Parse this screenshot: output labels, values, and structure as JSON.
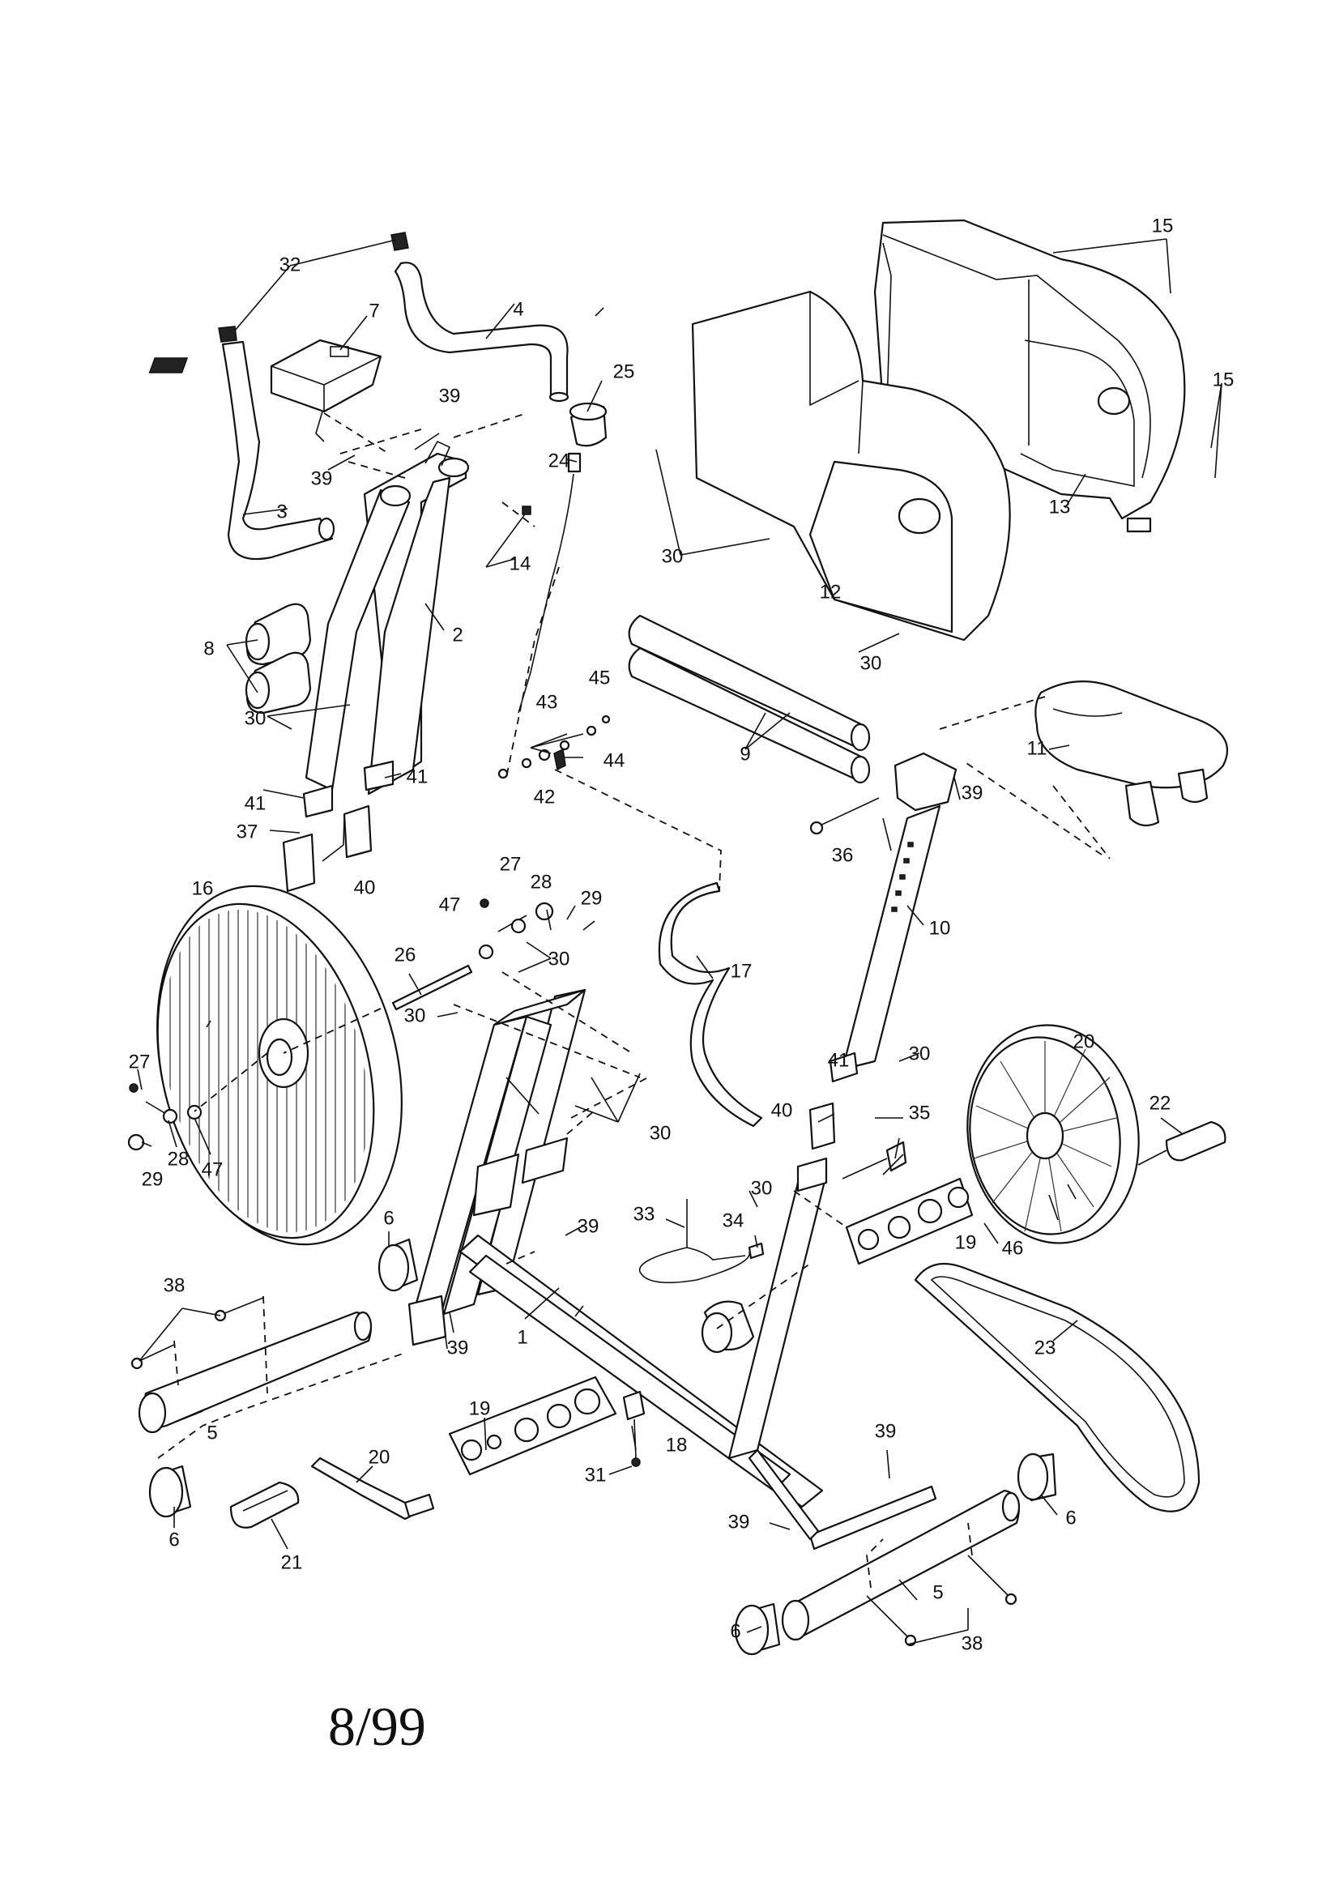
{
  "footer": {
    "date": "8/99"
  },
  "callouts": [
    {
      "id": "c1",
      "label": "1"
    },
    {
      "id": "c2",
      "label": "2"
    },
    {
      "id": "c3",
      "label": "3"
    },
    {
      "id": "c4",
      "label": "4"
    },
    {
      "id": "c5a",
      "label": "5"
    },
    {
      "id": "c5b",
      "label": "5"
    },
    {
      "id": "c6a",
      "label": "6"
    },
    {
      "id": "c6b",
      "label": "6"
    },
    {
      "id": "c6c",
      "label": "6"
    },
    {
      "id": "c6d",
      "label": "6"
    },
    {
      "id": "c7",
      "label": "7"
    },
    {
      "id": "c8",
      "label": "8"
    },
    {
      "id": "c9",
      "label": "9"
    },
    {
      "id": "c10",
      "label": "10"
    },
    {
      "id": "c11",
      "label": "11"
    },
    {
      "id": "c12",
      "label": "12"
    },
    {
      "id": "c13",
      "label": "13"
    },
    {
      "id": "c14",
      "label": "14"
    },
    {
      "id": "c15a",
      "label": "15"
    },
    {
      "id": "c15b",
      "label": "15"
    },
    {
      "id": "c16",
      "label": "16"
    },
    {
      "id": "c17",
      "label": "17"
    },
    {
      "id": "c18",
      "label": "18"
    },
    {
      "id": "c19a",
      "label": "19"
    },
    {
      "id": "c19b",
      "label": "19"
    },
    {
      "id": "c20a",
      "label": "20"
    },
    {
      "id": "c20b",
      "label": "20"
    },
    {
      "id": "c21",
      "label": "21"
    },
    {
      "id": "c22",
      "label": "22"
    },
    {
      "id": "c23",
      "label": "23"
    },
    {
      "id": "c24",
      "label": "24"
    },
    {
      "id": "c25",
      "label": "25"
    },
    {
      "id": "c26",
      "label": "26"
    },
    {
      "id": "c27a",
      "label": "27"
    },
    {
      "id": "c27b",
      "label": "27"
    },
    {
      "id": "c28a",
      "label": "28"
    },
    {
      "id": "c28b",
      "label": "28"
    },
    {
      "id": "c29a",
      "label": "29"
    },
    {
      "id": "c29b",
      "label": "29"
    },
    {
      "id": "c30a",
      "label": "30"
    },
    {
      "id": "c30b",
      "label": "30"
    },
    {
      "id": "c30c",
      "label": "30"
    },
    {
      "id": "c30d",
      "label": "30"
    },
    {
      "id": "c30e",
      "label": "30"
    },
    {
      "id": "c30f",
      "label": "30"
    },
    {
      "id": "c30g",
      "label": "30"
    },
    {
      "id": "c30h",
      "label": "30"
    },
    {
      "id": "c31",
      "label": "31"
    },
    {
      "id": "c32",
      "label": "32"
    },
    {
      "id": "c33",
      "label": "33"
    },
    {
      "id": "c34",
      "label": "34"
    },
    {
      "id": "c35",
      "label": "35"
    },
    {
      "id": "c36",
      "label": "36"
    },
    {
      "id": "c37",
      "label": "37"
    },
    {
      "id": "c38a",
      "label": "38"
    },
    {
      "id": "c38b",
      "label": "38"
    },
    {
      "id": "c39a",
      "label": "39"
    },
    {
      "id": "c39b",
      "label": "39"
    },
    {
      "id": "c39c",
      "label": "39"
    },
    {
      "id": "c39d",
      "label": "39"
    },
    {
      "id": "c39e",
      "label": "39"
    },
    {
      "id": "c39f",
      "label": "39"
    },
    {
      "id": "c39g",
      "label": "39"
    },
    {
      "id": "c40a",
      "label": "40"
    },
    {
      "id": "c40b",
      "label": "40"
    },
    {
      "id": "c41a",
      "label": "41"
    },
    {
      "id": "c41b",
      "label": "41"
    },
    {
      "id": "c41c",
      "label": "41"
    },
    {
      "id": "c42",
      "label": "42"
    },
    {
      "id": "c43",
      "label": "43"
    },
    {
      "id": "c44",
      "label": "44"
    },
    {
      "id": "c45",
      "label": "45"
    },
    {
      "id": "c46",
      "label": "46"
    },
    {
      "id": "c47a",
      "label": "47"
    },
    {
      "id": "c47b",
      "label": "47"
    }
  ]
}
